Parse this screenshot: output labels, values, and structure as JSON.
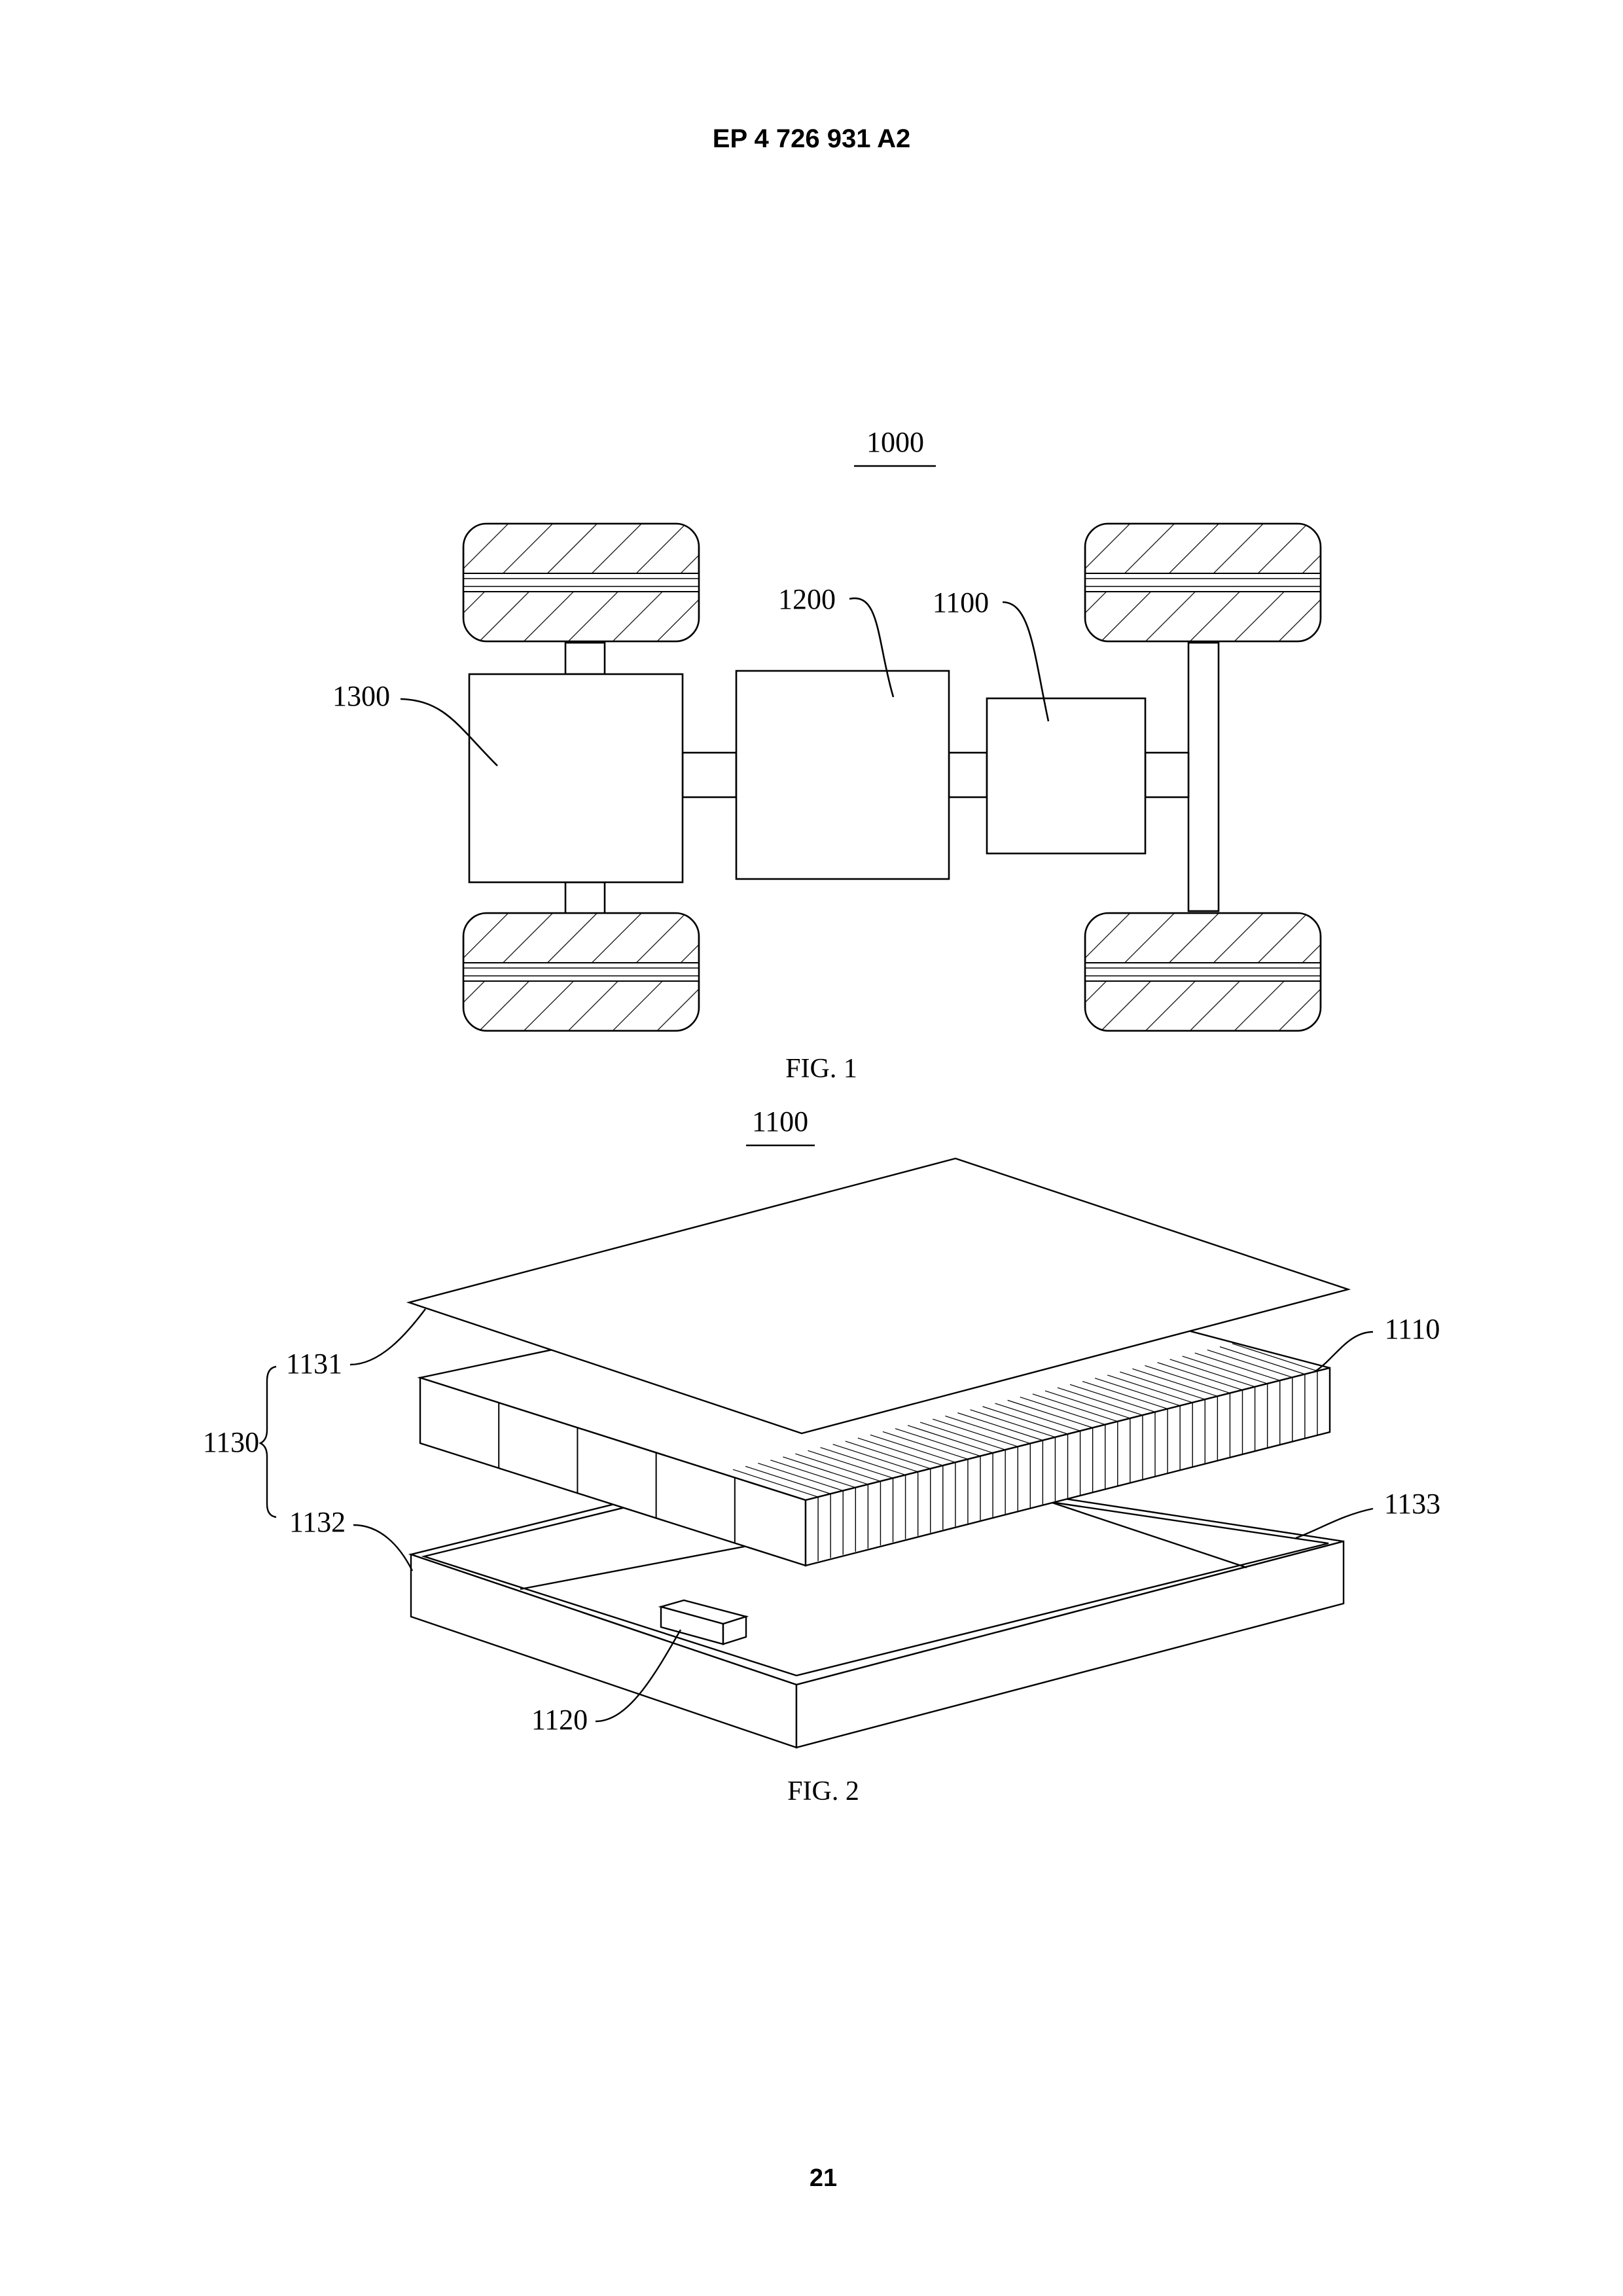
{
  "header": {
    "publication_number": "EP 4 726 931 A2"
  },
  "footer": {
    "page_number": "21"
  },
  "figure1": {
    "caption": "FIG. 1",
    "refs": {
      "vehicle": "1000",
      "battery": "1100",
      "controller": "1200",
      "motor": "1300"
    }
  },
  "figure2": {
    "caption": "FIG. 2",
    "refs": {
      "battery": "1100",
      "battery_cells": "1110",
      "component": "1120",
      "box": "1130",
      "top_cover": "1131",
      "lower_box": "1132",
      "inner_space": "1133"
    }
  }
}
